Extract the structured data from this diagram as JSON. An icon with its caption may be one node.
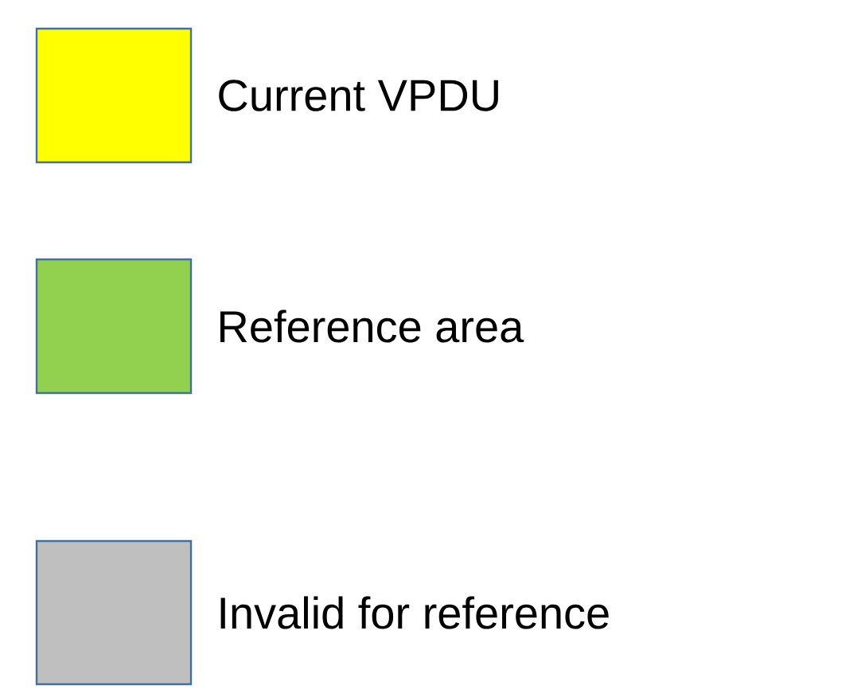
{
  "diagram": {
    "legend": [
      {
        "text": "Current VPDU",
        "color": "#ffff00"
      },
      {
        "text": "Reference area",
        "color": "#92d050"
      },
      {
        "text": "Invalid for reference",
        "color": "#bfbfbf"
      }
    ]
  }
}
